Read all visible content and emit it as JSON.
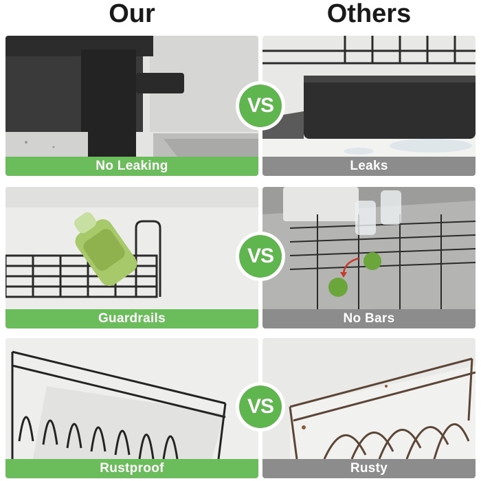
{
  "headers": {
    "left": "Our",
    "right": "Others"
  },
  "vs_label": "VS",
  "rows": [
    {
      "our_caption": "No Leaking",
      "other_caption": "Leaks"
    },
    {
      "our_caption": "Guardrails",
      "other_caption": "No Bars"
    },
    {
      "our_caption": "Rustproof",
      "other_caption": "Rusty"
    }
  ],
  "colors": {
    "accent_green": "#6bbd5b",
    "neutral_gray": "#8c8c8c",
    "vs_green": "#5fb64f"
  }
}
